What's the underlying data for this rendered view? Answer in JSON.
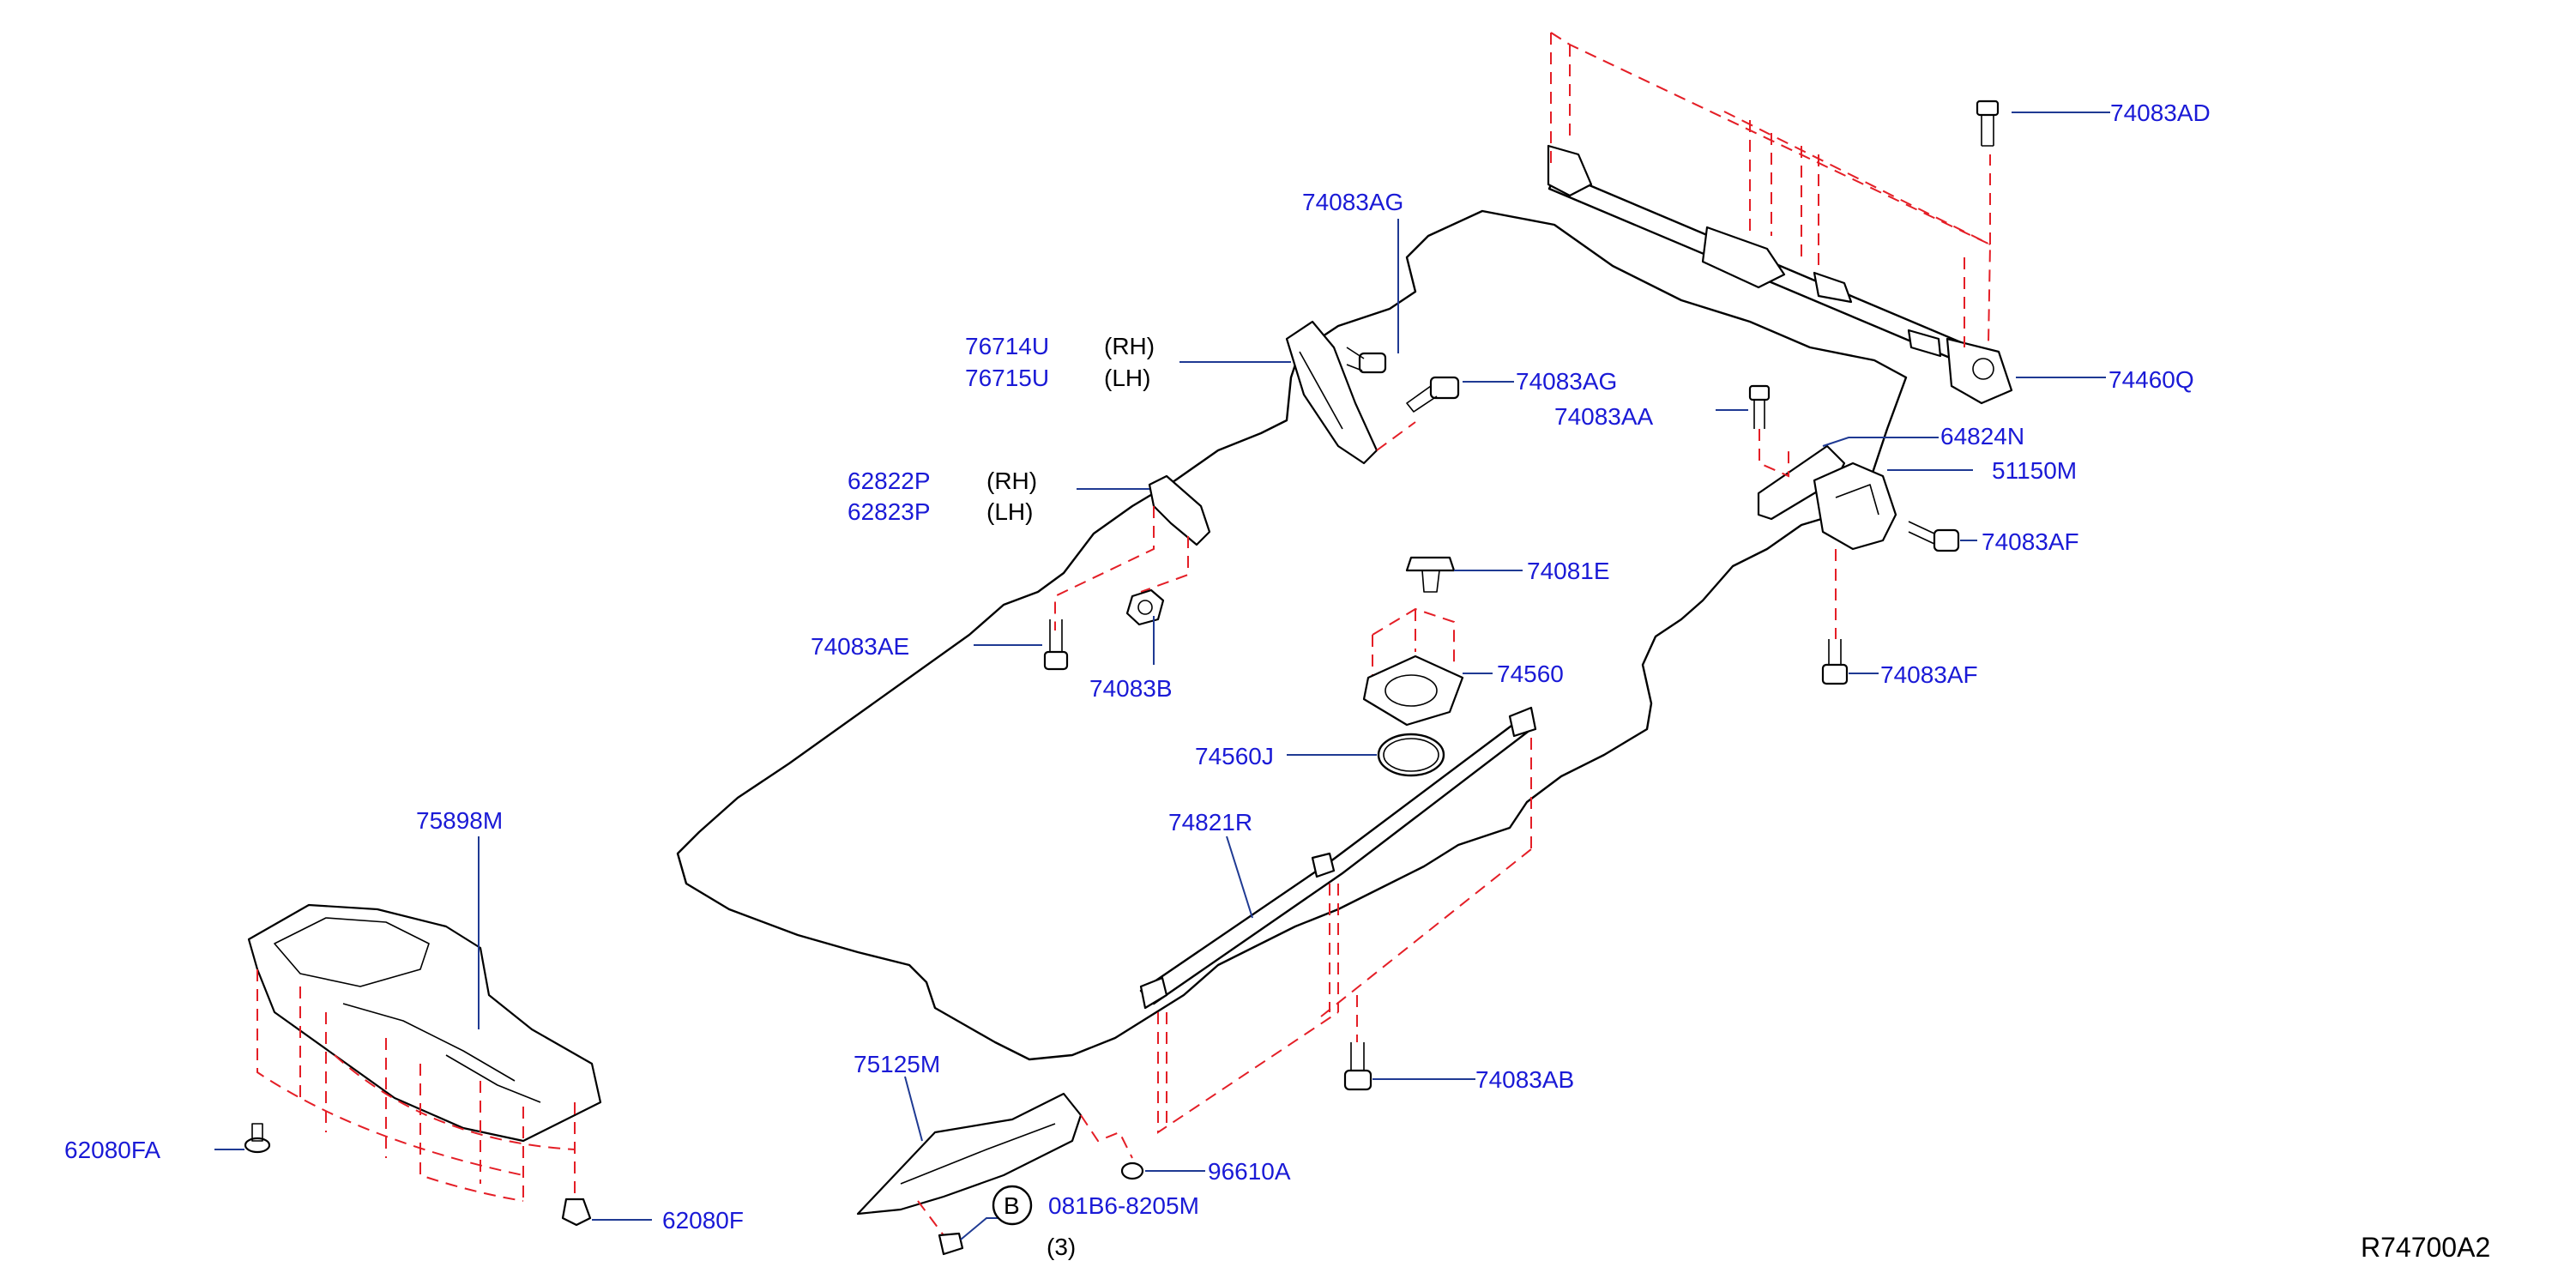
{
  "diagram_code": "R74700A2",
  "callouts": {
    "c74083AD": "74083AD",
    "c74083AG_top": "74083AG",
    "c74083AG": "74083AG",
    "c76714U": "76714U",
    "c76715U": "76715U",
    "side_rh_1": "(RH)",
    "side_lh_1": "(LH)",
    "c74460Q": "74460Q",
    "c74083AA": "74083AA",
    "c64824N": "64824N",
    "c62822P": "62822P",
    "c62823P": "62823P",
    "side_rh_2": "(RH)",
    "side_lh_2": "(LH)",
    "c51150M": "51150M",
    "c74083AF_a": "74083AF",
    "c74081E": "74081E",
    "c74083AE": "74083AE",
    "c74083B": "74083B",
    "c74560": "74560",
    "c74083AF_b": "74083AF",
    "c74560J": "74560J",
    "c75898M": "75898M",
    "c74821R": "74821R",
    "c74083AB": "74083AB",
    "c75125M": "75125M",
    "c96610A": "96610A",
    "c62080FA": "62080FA",
    "circle_b": "B",
    "c081B6": "081B6-8205M",
    "qty_3": "(3)",
    "c62080F": "62080F"
  }
}
